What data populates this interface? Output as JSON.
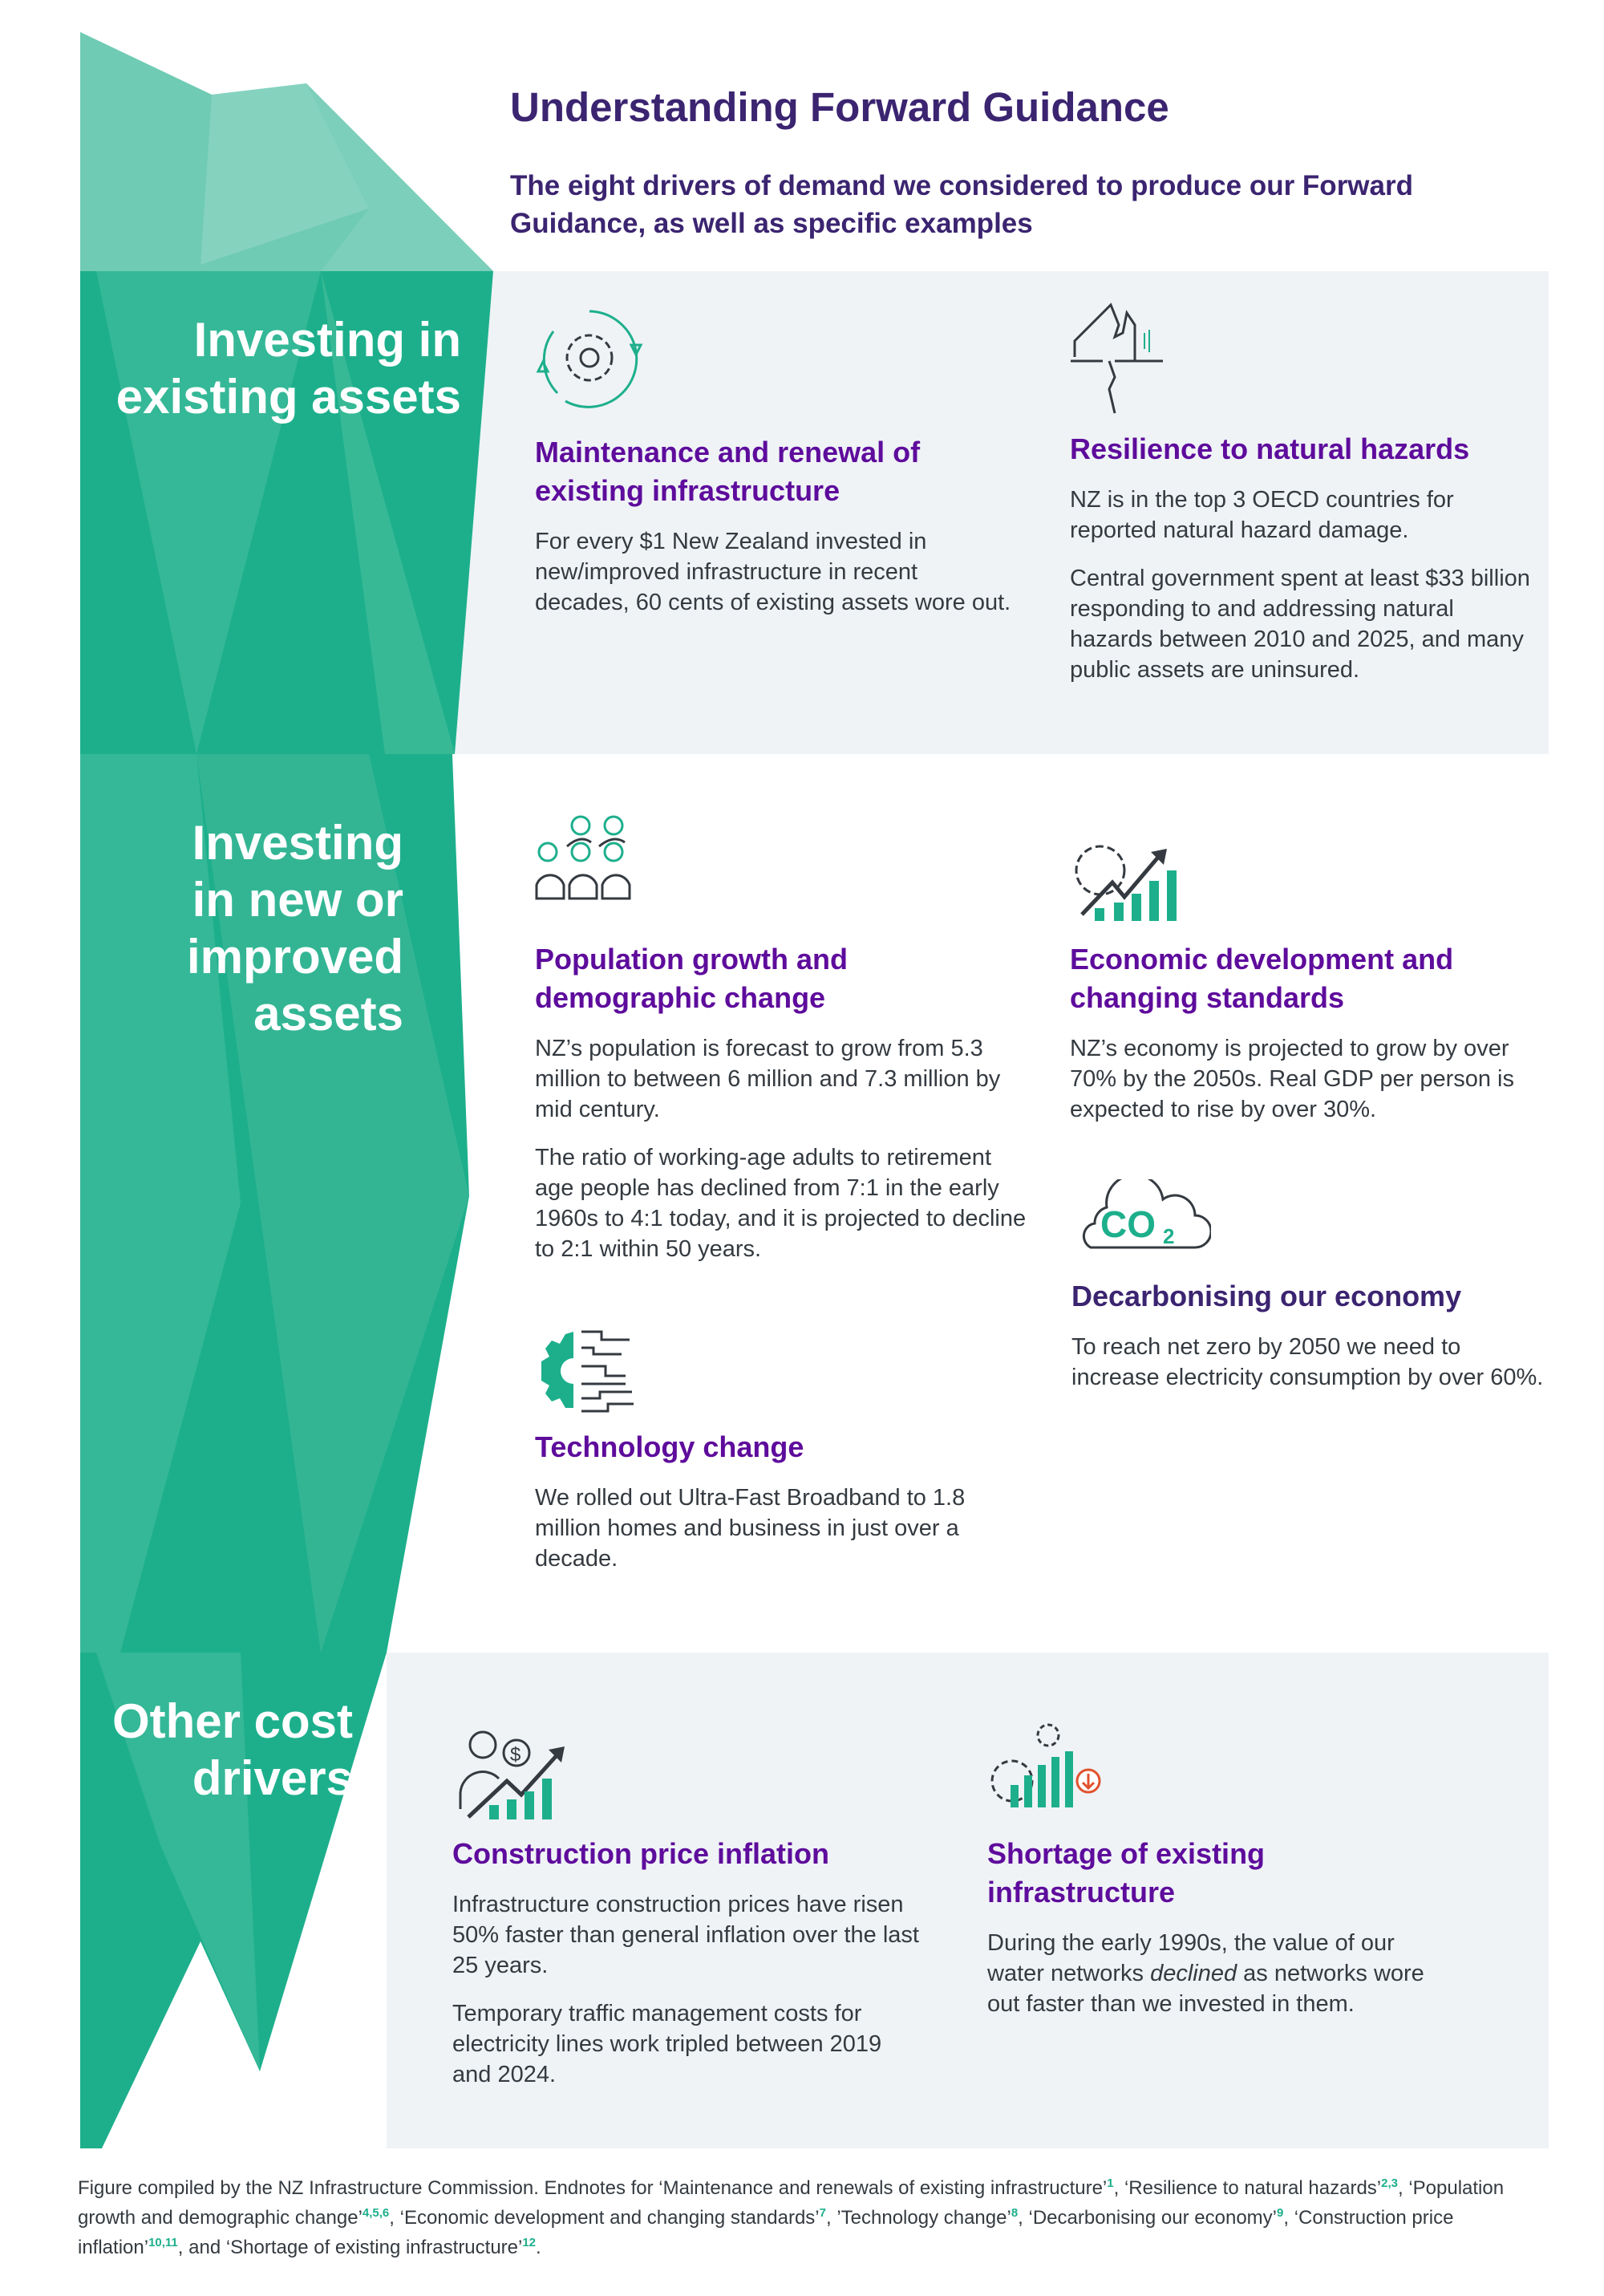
{
  "header": {
    "title": "Understanding Forward Guidance",
    "subtitle": "The eight drivers of demand we considered to produce our Forward Guidance, as well as specific examples"
  },
  "colors": {
    "teal": "#1daf8c",
    "teal_light": "#85d2bf",
    "purple": "#5e0c9c",
    "navy": "#3b2470",
    "panel": "#eff3f6"
  },
  "sections": [
    {
      "label_lines": [
        "Investing in",
        "existing assets"
      ],
      "cards": [
        {
          "icon": "gear-cycle-icon",
          "heading": "Maintenance and renewal of existing infrastructure",
          "paragraphs": [
            "For every $1 New Zealand invested in new/improved infrastructure in recent decades, 60 cents of existing assets wore out."
          ]
        },
        {
          "icon": "cracked-house-icon",
          "heading": "Resilience to natural hazards",
          "paragraphs": [
            "NZ is in the top 3 OECD countries for reported natural hazard damage.",
            "Central government spent at least $33 billion responding to and addressing natural hazards between 2010 and 2025, and many public assets are uninsured."
          ]
        }
      ]
    },
    {
      "label_lines": [
        "Investing",
        "in new or",
        "improved",
        "assets"
      ],
      "cards": [
        {
          "icon": "population-icon",
          "heading": "Population growth and demographic change",
          "paragraphs": [
            "NZ’s population is forecast to grow from 5.3 million to between 6 million and 7.3 million by mid century.",
            "The ratio of working-age adults to retirement age people has declined from 7:1 in the early 1960s to 4:1 today, and it is projected to decline to 2:1 within 50 years."
          ]
        },
        {
          "icon": "economic-growth-icon",
          "heading": "Economic development and changing standards",
          "paragraphs": [
            "NZ’s economy is projected to grow by over 70% by the 2050s. Real GDP per person is expected to rise by over 30%."
          ]
        },
        {
          "icon": "technology-gear-icon",
          "heading": "Technology change",
          "paragraphs": [
            "We rolled out Ultra-Fast Broadband to 1.8 million homes and business in just over a decade."
          ]
        },
        {
          "icon": "co2-cloud-icon",
          "icon_text": "CO",
          "icon_sub": "2",
          "heading": "Decarbonising our economy",
          "paragraphs": [
            "To reach net zero by 2050 we need to increase electricity consumption by over 60%."
          ]
        }
      ]
    },
    {
      "label_lines": [
        "Other cost",
        "drivers"
      ],
      "cards": [
        {
          "icon": "price-inflation-icon",
          "icon_text": "$",
          "heading": "Construction price inflation",
          "paragraphs": [
            "Infrastructure construction prices have risen 50% faster than general inflation over the last 25 years.",
            "Temporary traffic management costs for electricity lines work tripled between 2019 and 2024."
          ]
        },
        {
          "icon": "infrastructure-shortage-icon",
          "heading": "Shortage of existing infrastructure",
          "p_before": "During the early 1990s, the value of our water networks ",
          "p_em": "declined",
          "p_after": " as networks wore out faster than we invested in them."
        }
      ]
    }
  ],
  "footer": {
    "intro": "Figure compiled by the NZ Infrastructure Commission. Endnotes for ",
    "notes": [
      {
        "label": "‘Maintenance and renewals of existing infrastructure’",
        "ref": "1",
        "sep": ", "
      },
      {
        "label": "‘Resilience to natural hazards’",
        "ref": "2,3",
        "sep": ", "
      },
      {
        "label": "‘Population growth and demographic change’",
        "ref": "4,5,6",
        "sep": ", "
      },
      {
        "label": "‘Economic development and changing standards’",
        "ref": "7",
        "sep": ", "
      },
      {
        "label": "’Technology change’",
        "ref": "8",
        "sep": ", "
      },
      {
        "label": "‘Decarbonising our economy’",
        "ref": "9",
        "sep": ", "
      },
      {
        "label": "‘Construction price inflation’",
        "ref": "10,11",
        "sep": ", and "
      },
      {
        "label": "‘Shortage of existing infrastructure’",
        "ref": "12",
        "sep": "."
      }
    ]
  }
}
